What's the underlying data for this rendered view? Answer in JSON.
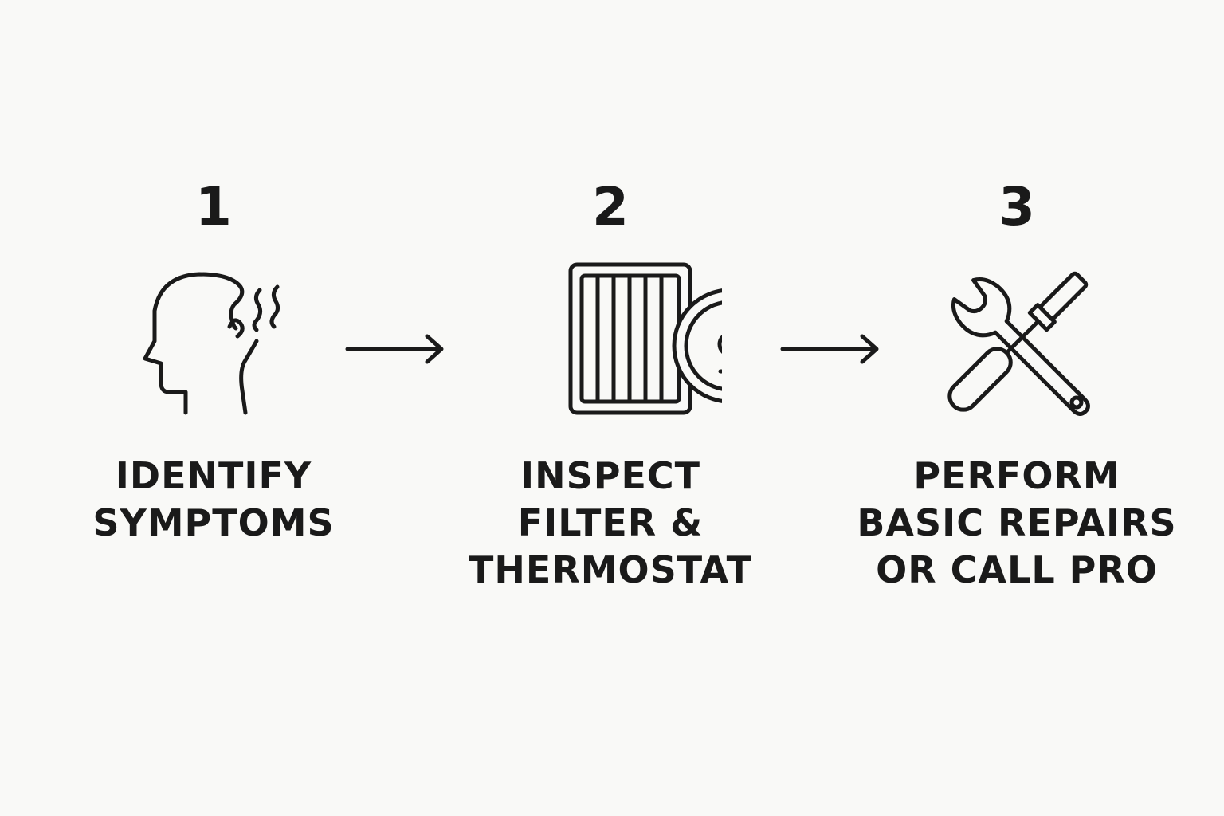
{
  "steps": [
    {
      "number": "1",
      "icon": "head-symptoms-icon",
      "label_lines": [
        "IDENTIFY",
        "SYMPTOMS"
      ]
    },
    {
      "number": "2",
      "icon": "filter-thermostat-icon",
      "label_lines": [
        "INSPECT",
        "FILTER &",
        "THERMOSTAT"
      ]
    },
    {
      "number": "3",
      "icon": "tools-icon",
      "label_lines": [
        "PERFORM",
        "BASIC REPAIRS",
        "OR CALL PRO"
      ]
    }
  ],
  "colors": {
    "background": "#f9f9f7",
    "ink": "#1a1a1a"
  }
}
